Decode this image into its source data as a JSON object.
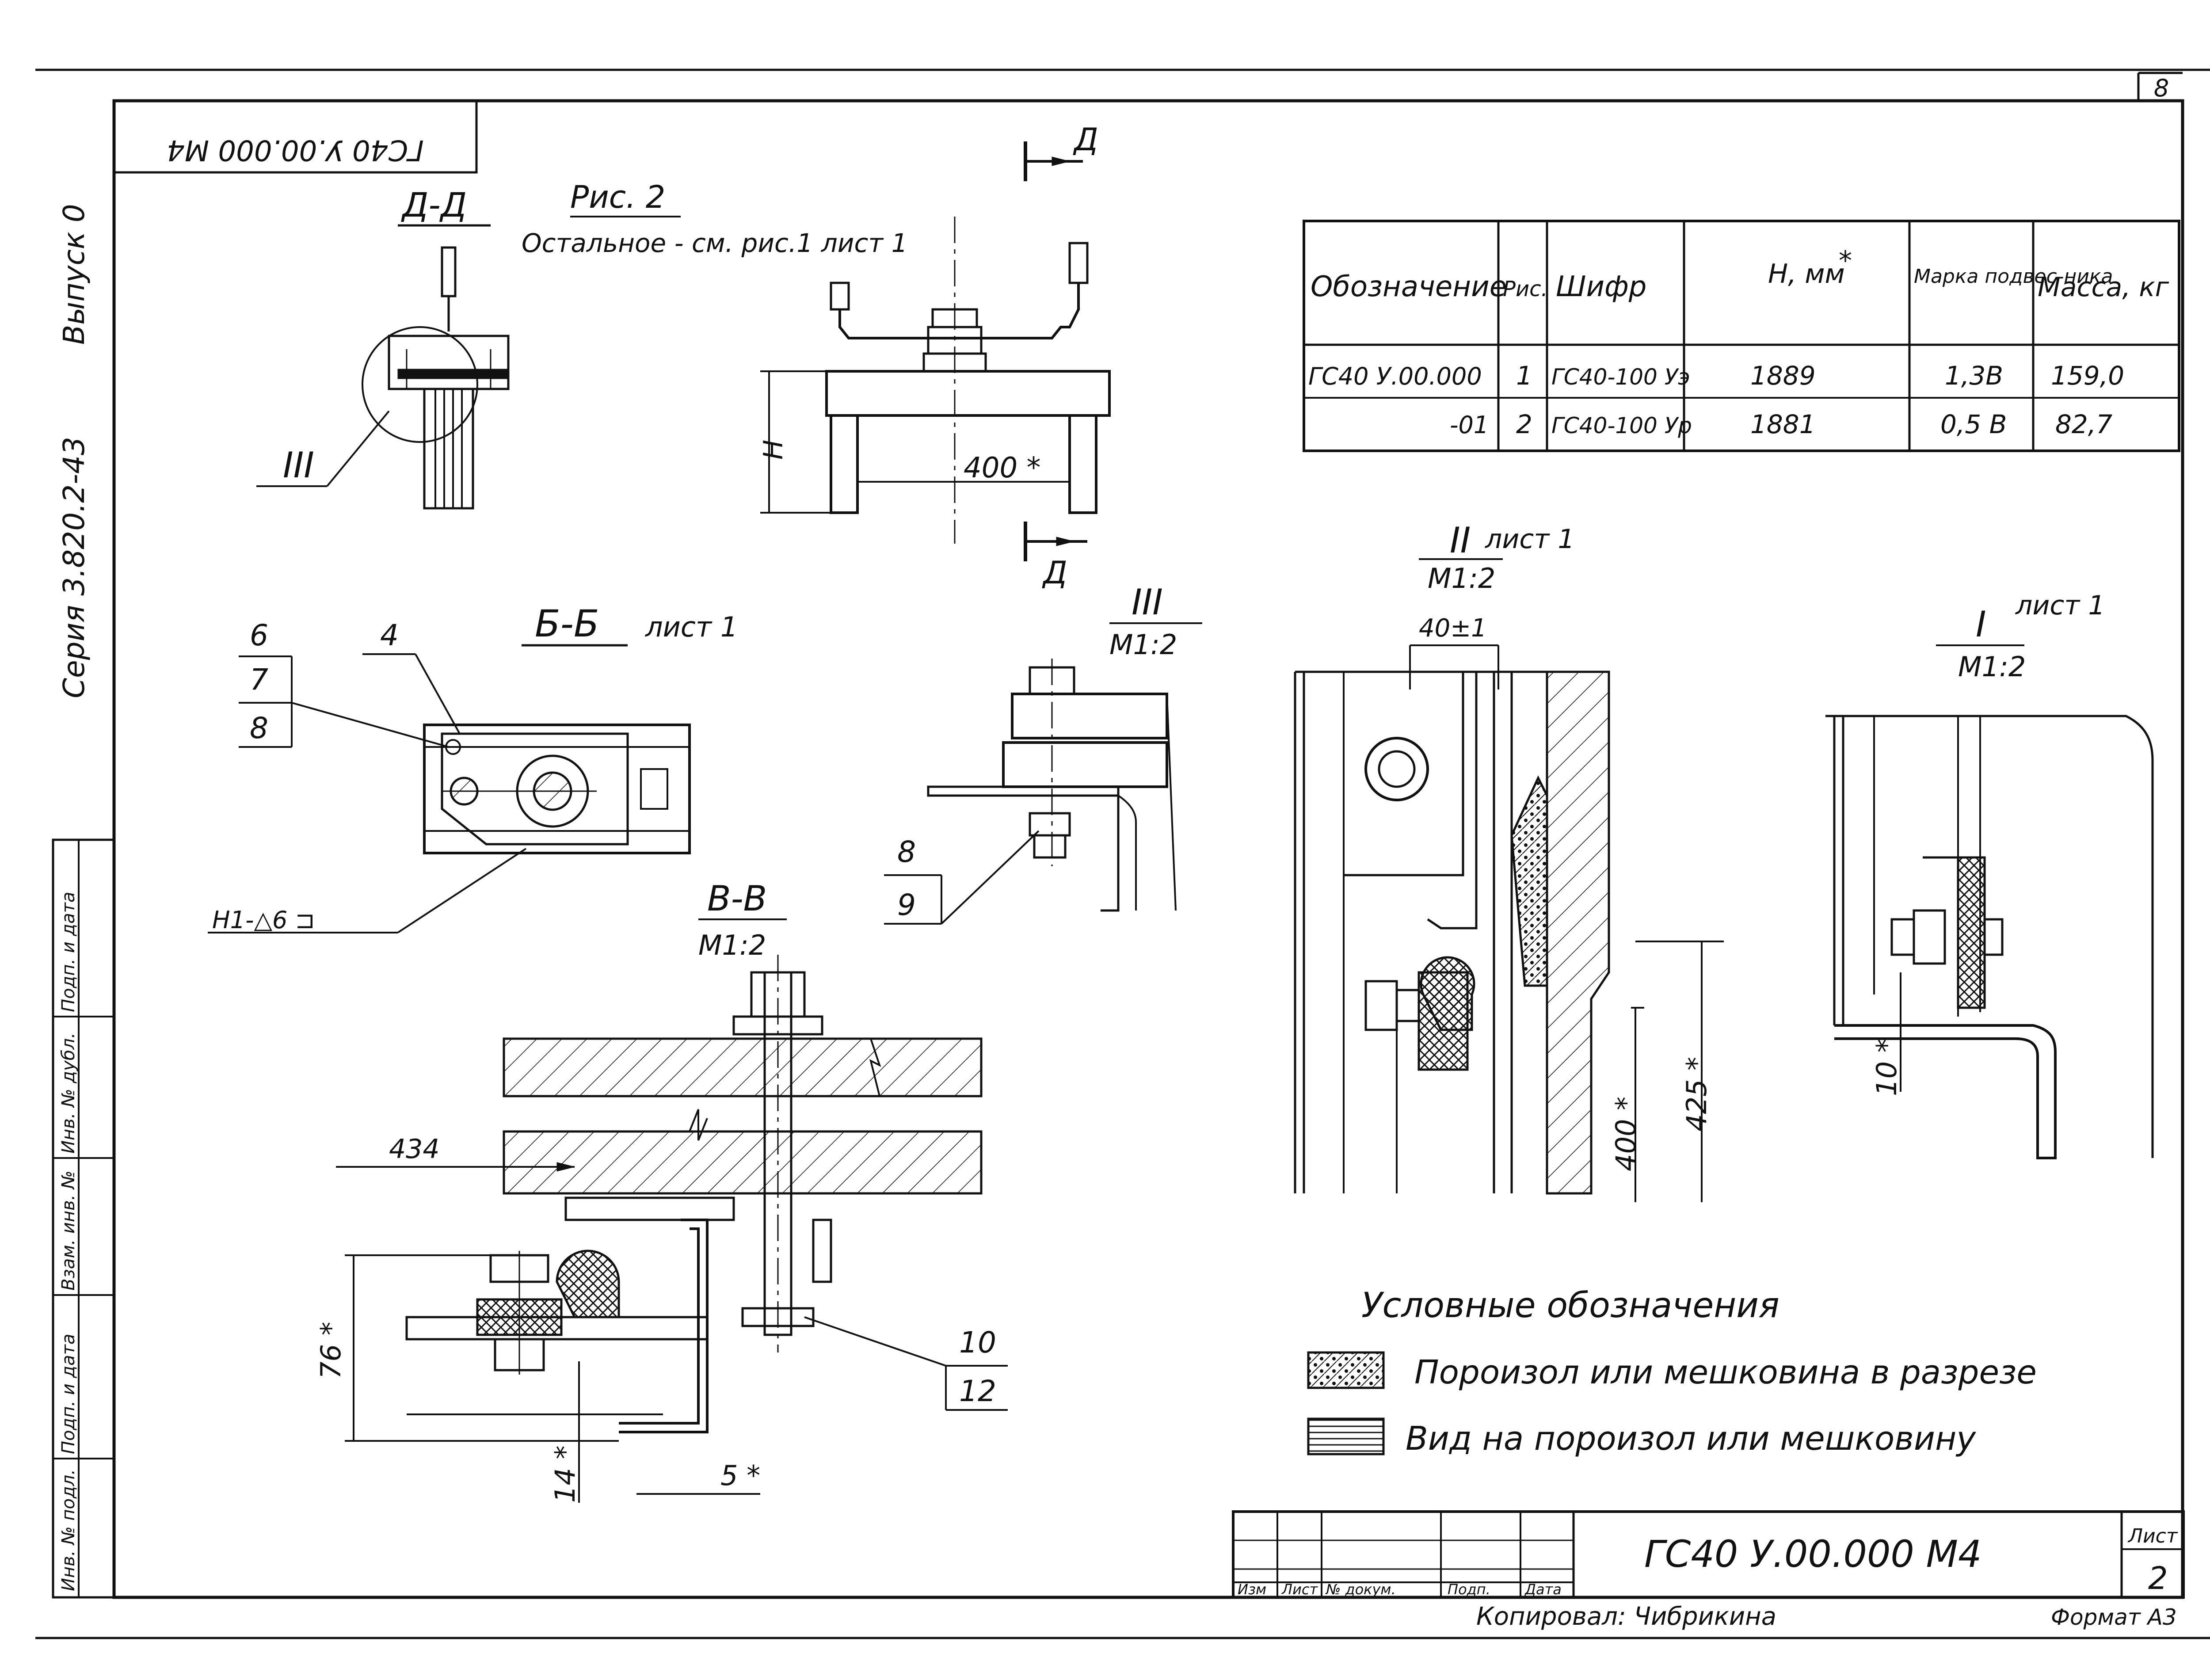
{
  "sheet": {
    "top_number": "8",
    "series_label": "Серия 3.820.2-43",
    "issue_label": "Выпуск 0",
    "mirrored_code": "ГС40 У.00.000 М4",
    "copied_by": "Копировал: Чибрикина",
    "format": "Формат А3"
  },
  "side_stamp": [
    "Инв. № подл.",
    "Подп. и дата",
    "Взам. инв. №",
    "Инв. № дубл.",
    "Подп. и дата"
  ],
  "title_block": {
    "designation": "ГС40 У.00.000 М4",
    "sheet_label": "Лист",
    "sheet_number": "2",
    "headers": [
      "Изм",
      "Лист",
      "№ докум.",
      "Подп.",
      "Дата"
    ]
  },
  "spec_table": {
    "headers": [
      "Обозначение",
      "Рис.",
      "Шифр",
      "H, мм",
      "Марка подвес-ника",
      "Масса, кг"
    ],
    "h_marker": "*",
    "rows": [
      [
        "ГС40 У.00.000",
        "1",
        "ГС40-100 Уэ",
        "1889",
        "1,3В",
        "159,0"
      ],
      [
        "-01",
        "2",
        "ГС40-100 Ур",
        "1881",
        "0,5 В",
        "82,7"
      ]
    ]
  },
  "figure2": {
    "section_title": "Д-Д",
    "fig_title": "Рис. 2",
    "note": "Остальное - см. рис.1 лист 1",
    "callout": "III",
    "dim_h": "H",
    "dim_400": "400 *",
    "cut_letter": "Д"
  },
  "section_bb": {
    "title": "Б-Б",
    "ref": "лист 1",
    "callout_nums": [
      "6",
      "7",
      "8"
    ],
    "callout_4": "4",
    "weld": "Н1-△6 ⊐"
  },
  "detail_iii": {
    "title": "III",
    "scale": "М1:2",
    "callout_nums": [
      "8",
      "9"
    ]
  },
  "section_vv": {
    "title": "В-В",
    "scale": "М1:2",
    "dim_434": "434",
    "dim_76": "76 *",
    "dim_14": "14 *",
    "dim_5": "5 *",
    "callout_nums": [
      "10",
      "12"
    ]
  },
  "detail_ii": {
    "title": "II",
    "ref": "лист 1",
    "scale": "М1:2",
    "dim_40": "40±1",
    "dim_400": "400 *",
    "dim_425": "425 *"
  },
  "detail_i": {
    "title": "I",
    "ref": "лист 1",
    "scale": "М1:2",
    "dim_10": "10 *"
  },
  "legend": {
    "title": "Условные обозначения",
    "items": [
      {
        "pattern": "porous-section",
        "label": "Пороизол или мешковина в разрезе"
      },
      {
        "pattern": "porous-view",
        "label": "Вид на пороизол или мешковину"
      }
    ]
  }
}
